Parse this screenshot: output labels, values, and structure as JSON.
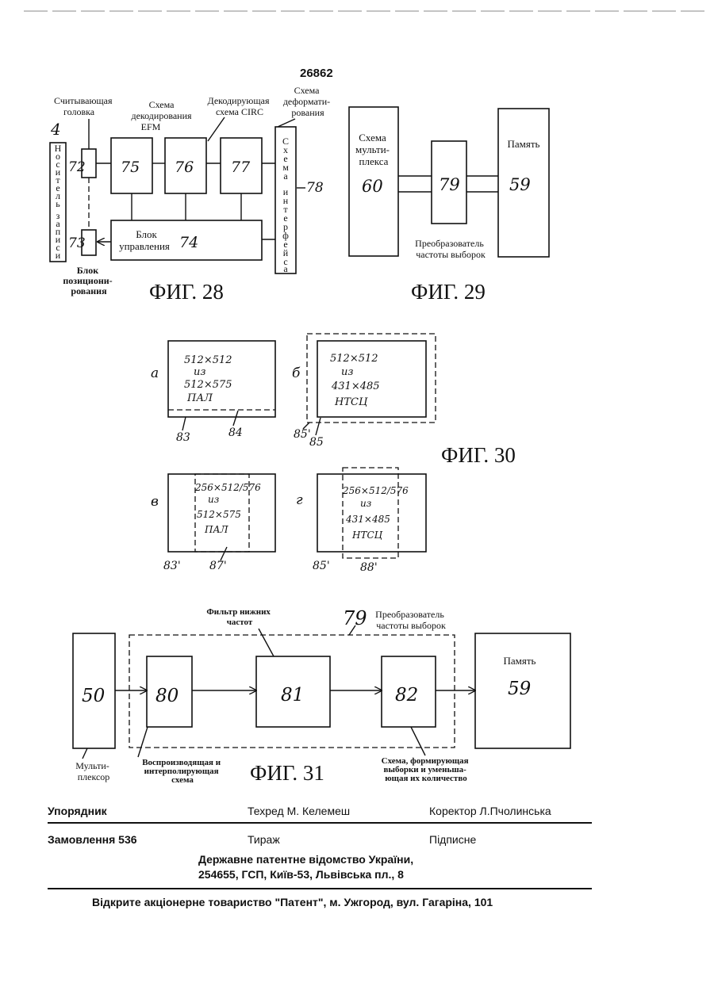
{
  "page_number": "26862",
  "fig28": {
    "caption": "ФИГ. 28",
    "carrier_num": "4",
    "carrier_letters": [
      "Н",
      "о",
      "с",
      "и",
      "т",
      "е",
      "л",
      "ь",
      "з",
      "а",
      "п",
      "и",
      "с",
      "и"
    ],
    "read_head_label": [
      "Считывающая",
      "головка"
    ],
    "efm_label": [
      "Схема",
      "декодирования",
      "EFM"
    ],
    "circ_label": [
      "Декодирующая",
      "схема CIRC"
    ],
    "deformat_label": [
      "Схема",
      "деформати-",
      "рования"
    ],
    "interface_letters": [
      "С",
      "х",
      "е",
      "м",
      "а",
      "и",
      "н",
      "т",
      "е",
      "р",
      "ф",
      "е",
      "й",
      "с",
      "а"
    ],
    "control_label": [
      "Блок",
      "управления"
    ],
    "positioning_label": [
      "Блок",
      "позициони-",
      "рования"
    ],
    "n72": "72",
    "n73": "73",
    "n74": "74",
    "n75": "75",
    "n76": "76",
    "n77": "77",
    "n78": "78"
  },
  "fig29": {
    "caption": "ФИГ. 29",
    "mux_label": [
      "Схема",
      "мульти-",
      "плекса"
    ],
    "mux_num": "60",
    "conv_num": "79",
    "conv_label": [
      "Преобразователь",
      "частоты выборок"
    ],
    "mem_label": "Память",
    "mem_num": "59"
  },
  "fig30": {
    "caption": "ФИГ. 30",
    "a": {
      "letter": "a",
      "lines": [
        "512×512",
        "из",
        "512×575",
        "ПАЛ"
      ],
      "n1": "83",
      "n2": "84"
    },
    "b": {
      "letter": "б",
      "lines": [
        "512×512",
        "из",
        "431×485",
        "НТСЦ"
      ],
      "n1": "85'",
      "n2": "85"
    },
    "v": {
      "letter": "в",
      "lines": [
        "256×512/576",
        "из",
        "512×575",
        "ПАЛ"
      ],
      "n1": "83'",
      "n2": "87'"
    },
    "g": {
      "letter": "г",
      "lines": [
        "256×512/576",
        "из",
        "431×485",
        "НТСЦ"
      ],
      "n1": "85'",
      "n2": "88'"
    }
  },
  "fig31": {
    "caption": "ФИГ. 31",
    "mux_num": "50",
    "mux_label": [
      "Мульти-",
      "плексор"
    ],
    "n80": "80",
    "n81": "81",
    "n82": "82",
    "lpf_label": [
      "Фильтр нижних",
      "частот"
    ],
    "conv_num": "79",
    "conv_label": [
      "Преобразователь",
      "частоты выборок"
    ],
    "mem_label": "Память",
    "mem_num": "59",
    "interp_label": [
      "Воспроизводящая и",
      "интерполирующая",
      "схема"
    ],
    "sampling_label": [
      "Схема, формирующая",
      "выборки и уменьша-",
      "ющая их количество"
    ]
  },
  "footer": {
    "compiler": "Упорядник",
    "techred": "Техред М. Келемеш",
    "corrector": "Коректор Л.Пчолинська",
    "order": "Замовлення 536",
    "circulation": "Тираж",
    "subscription": "Підписне",
    "office_line1": "Державне патентне відомство України,",
    "office_line2": "254655, ГСП, Київ-53, Львівська пл., 8",
    "printer": "Відкрите акціонерне товариство \"Патент\", м. Ужгород, вул. Гагаріна, 101"
  }
}
